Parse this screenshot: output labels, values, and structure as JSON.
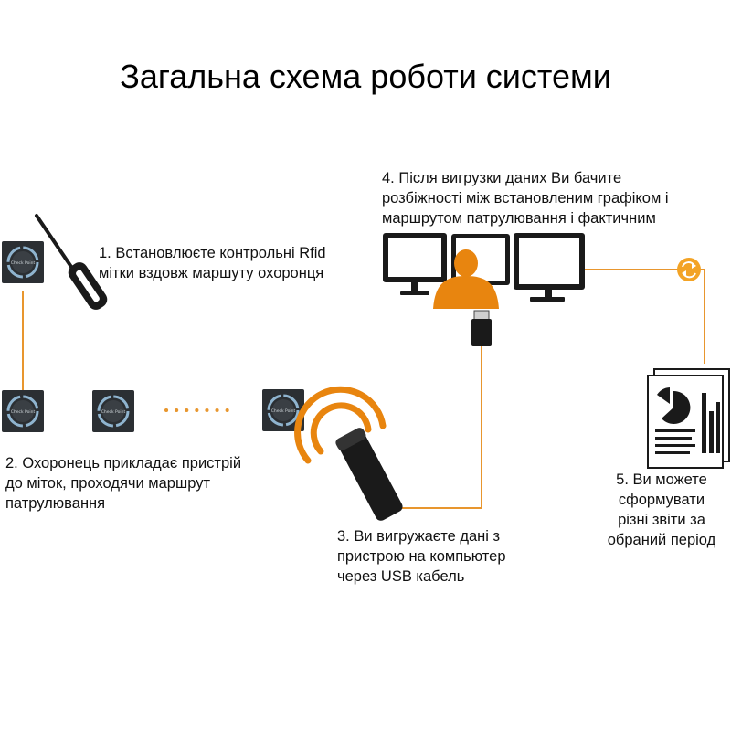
{
  "title": "Загальна схема роботи системи",
  "colors": {
    "accent": "#e8962e",
    "tag_fill": "#2b2f33",
    "tag_ring": "#8fb4cf",
    "dark": "#1a1a1a",
    "person": "#e8850f",
    "screen": "#ffffff"
  },
  "tag_label": "Check Point",
  "steps": {
    "step1": [
      "1. Встановлюєте контрольні Rfid",
      "мітки вздовж маршуту охоронця"
    ],
    "step2": [
      "2. Охоронець прикладає пристрій",
      "до міток, проходячи маршрут",
      "патрулювання"
    ],
    "step3": [
      "3. Ви вигружаєте дані з",
      "пристрою на компьютер",
      "через USB кабель"
    ],
    "step4": [
      "4. Після вигрузки даних Ви бачите",
      "розбіжності між встановленим графіком і",
      "маршрутом патрулювання і фактичним"
    ],
    "step5": [
      "5. Ви можете",
      "сформувати",
      "різні звіти за",
      "обраний період"
    ]
  },
  "icons": {
    "screwdriver": "screwdriver-icon",
    "rfid_tag": "rfid-tag-icon",
    "reader": "rfid-reader-icon",
    "usb": "usb-plug-icon",
    "monitors": "monitor-icon",
    "person": "person-icon",
    "sync": "sync-icon",
    "report": "report-document-icon"
  }
}
